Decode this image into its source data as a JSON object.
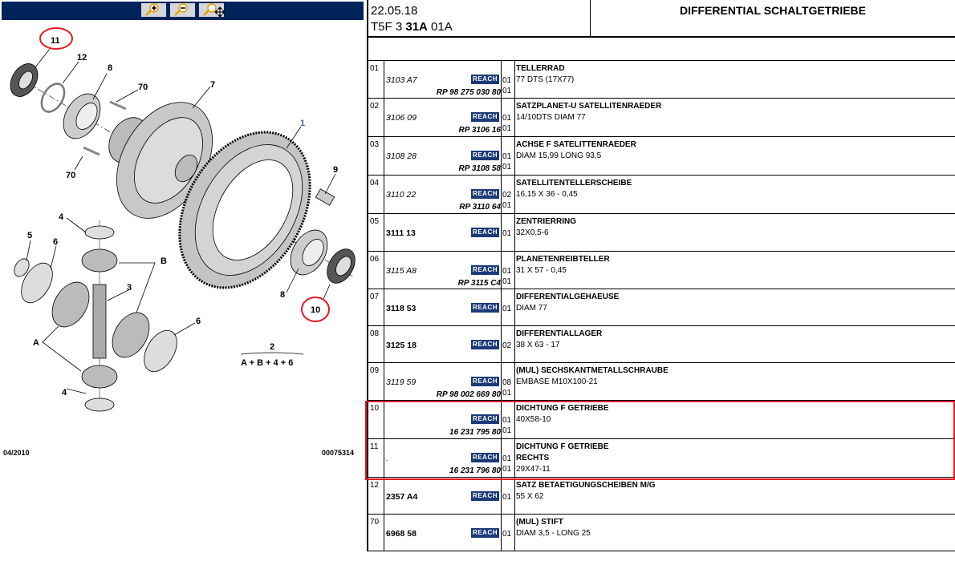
{
  "toolbar": {
    "buttons": [
      {
        "name": "zoom-in",
        "icon": "magnifier-plus-icon"
      },
      {
        "name": "zoom-out",
        "icon": "magnifier-minus-icon"
      },
      {
        "name": "zoom-pan",
        "icon": "magnifier-move-icon"
      }
    ],
    "background": "#00245a"
  },
  "diagram": {
    "labels": [
      "11",
      "12",
      "8",
      "70",
      "7",
      "1",
      "9",
      "70",
      "4",
      "5",
      "6",
      "B",
      "3",
      "8",
      "10",
      "A",
      "6",
      "4",
      "2",
      "A + B + 4 + 6"
    ],
    "highlighted": [
      "11",
      "10"
    ],
    "date": "04/2010",
    "id": "00075314"
  },
  "header": {
    "date": "22.05.18",
    "code_prefix": "T5F 3 ",
    "code_bold": "31A",
    "code_suffix": " 01A",
    "title": "DIFFERENTIAL SCHALTGETRIEBE"
  },
  "reach_label": "REACH",
  "rows": [
    {
      "num": "01",
      "ref": "3103 A7",
      "ref_style": "italic",
      "ref2": "RP 98 275 030 80",
      "qty1": "01",
      "qty2": "01",
      "title": "TELLERRAD",
      "lines": [
        "77 DTS (17X77)"
      ]
    },
    {
      "num": "02",
      "ref": "3106 09",
      "ref_style": "italic",
      "ref2": "RP 3106 16",
      "qty1": "01",
      "qty2": "01",
      "title": "SATZPLANET-U SATELLITENRAEDER",
      "lines": [
        "14/10DTS DIAM 77"
      ]
    },
    {
      "num": "03",
      "ref": "3108 28",
      "ref_style": "italic",
      "ref2": "RP 3108 58",
      "qty1": "01",
      "qty2": "01",
      "title": "ACHSE F SATELITTENRAEDER",
      "lines": [
        "DIAM 15,99 LONG 93,5"
      ]
    },
    {
      "num": "04",
      "ref": "3110 22",
      "ref_style": "italic",
      "ref2": "RP 3110 64",
      "qty1": "02",
      "qty2": "01",
      "title": "SATELLITENTELLERSCHEIBE",
      "lines": [
        "16,15 X 36 - 0,45"
      ]
    },
    {
      "num": "05",
      "ref": "3111 13",
      "ref_style": "bold",
      "ref2": "",
      "qty1": "01",
      "qty2": "",
      "title": "ZENTRIERRING",
      "lines": [
        "32X0,5-6"
      ]
    },
    {
      "num": "06",
      "ref": "3115 A8",
      "ref_style": "italic",
      "ref2": "RP 3115 C4",
      "qty1": "01",
      "qty2": "01",
      "title": "PLANETENREIBTELLER",
      "lines": [
        "31 X 57 - 0,45"
      ]
    },
    {
      "num": "07",
      "ref": "3118 53",
      "ref_style": "bold",
      "ref2": "",
      "qty1": "01",
      "qty2": "",
      "title": "DIFFERENTIALGEHAEUSE",
      "lines": [
        "DIAM 77"
      ]
    },
    {
      "num": "08",
      "ref": "3125 18",
      "ref_style": "bold",
      "ref2": "",
      "qty1": "02",
      "qty2": "",
      "title": "DIFFERENTIALLAGER",
      "lines": [
        "38 X 63 - 17"
      ]
    },
    {
      "num": "09",
      "ref": "3119 59",
      "ref_style": "italic",
      "ref2": "RP 98 002 669 80",
      "qty1": "08",
      "qty2": "01",
      "title": "(MUL) SECHSKANTMETALLSCHRAUBE",
      "lines": [
        "EMBASE M10X100-21"
      ]
    },
    {
      "num": "10",
      "ref": "",
      "ref_style": "italic",
      "ref2": "16 231 795 80",
      "qty1": "01",
      "qty2": "01",
      "title": "DICHTUNG F GETRIEBE",
      "lines": [
        "40X58-10"
      ]
    },
    {
      "num": "11",
      "ref": ".",
      "ref_style": "italic",
      "ref2": "16 231 796 80",
      "qty1": "01",
      "qty2": "01",
      "title": "DICHTUNG F GETRIEBE",
      "lines": [
        "RECHTS",
        "29X47-11"
      ],
      "bold_lines": 1
    },
    {
      "num": "12",
      "ref": "2357 A4",
      "ref_style": "bold",
      "ref2": "",
      "qty1": "01",
      "qty2": "",
      "title": "SATZ BETAETIGUNGSCHEIBEN M/G",
      "lines": [
        "55 X 62"
      ]
    },
    {
      "num": "70",
      "ref": "6968 58",
      "ref_style": "bold",
      "ref2": "",
      "qty1": "01",
      "qty2": "",
      "title": "(MUL) STIFT",
      "lines": [
        "DIAM 3,5 - LONG 25"
      ]
    }
  ],
  "colors": {
    "highlight": "#e01b24",
    "reach": "#1d3a78"
  }
}
